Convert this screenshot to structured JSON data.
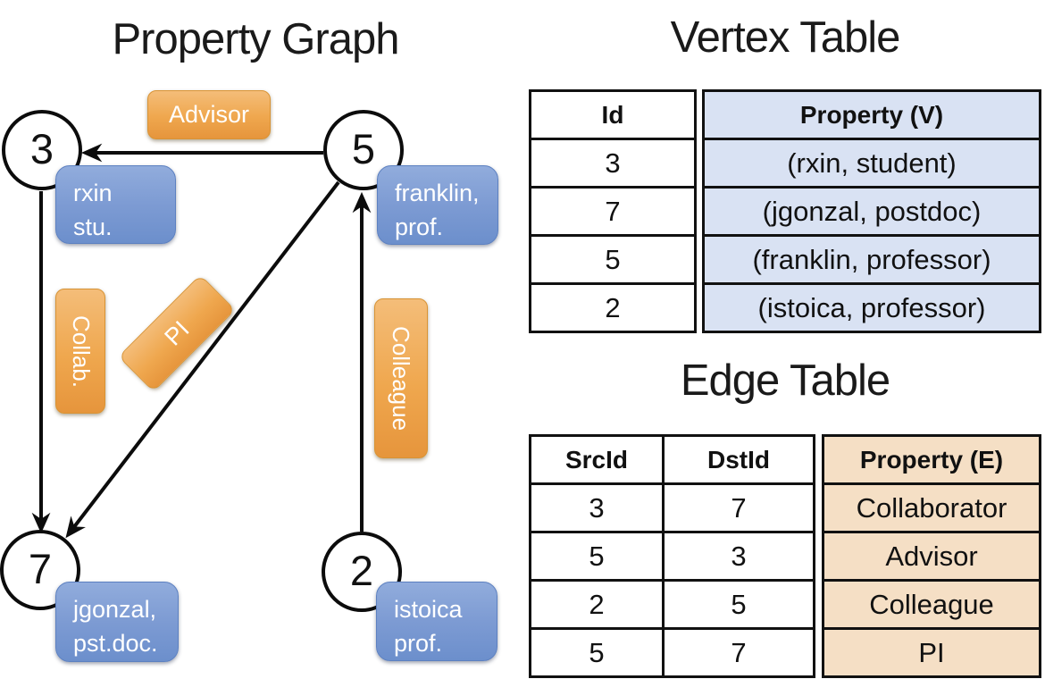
{
  "diagram": {
    "title": "Property Graph",
    "nodes": [
      {
        "id": "3",
        "prop_line1": "rxin",
        "prop_line2": "stu."
      },
      {
        "id": "5",
        "prop_line1": "franklin,",
        "prop_line2": "prof."
      },
      {
        "id": "7",
        "prop_line1": "jgonzal,",
        "prop_line2": "pst.doc."
      },
      {
        "id": "2",
        "prop_line1": "istoica",
        "prop_line2": "prof."
      }
    ],
    "edge_labels": {
      "advisor": "Advisor",
      "collab": "Collab.",
      "pi": "PI",
      "colleague": "Colleague"
    }
  },
  "vertex_table": {
    "title": "Vertex Table",
    "headers": {
      "id": "Id",
      "property": "Property (V)"
    },
    "rows": [
      {
        "id": "3",
        "property": "(rxin, student)"
      },
      {
        "id": "7",
        "property": "(jgonzal, postdoc)"
      },
      {
        "id": "5",
        "property": "(franklin, professor)"
      },
      {
        "id": "2",
        "property": "(istoica, professor)"
      }
    ]
  },
  "edge_table": {
    "title": "Edge Table",
    "headers": {
      "src": "SrcId",
      "dst": "DstId",
      "property": "Property (E)"
    },
    "rows": [
      {
        "src": "3",
        "dst": "7",
        "property": "Collaborator"
      },
      {
        "src": "5",
        "dst": "3",
        "property": "Advisor"
      },
      {
        "src": "2",
        "dst": "5",
        "property": "Colleague"
      },
      {
        "src": "5",
        "dst": "7",
        "property": "PI"
      }
    ]
  },
  "colors": {
    "edge_label_orange": "#EFA74E",
    "vertex_property_blue": "#7D9BD3",
    "vertex_table_fill": "#D9E2F3",
    "edge_table_fill": "#F5DFC5",
    "line_black": "#0C0C0C"
  }
}
